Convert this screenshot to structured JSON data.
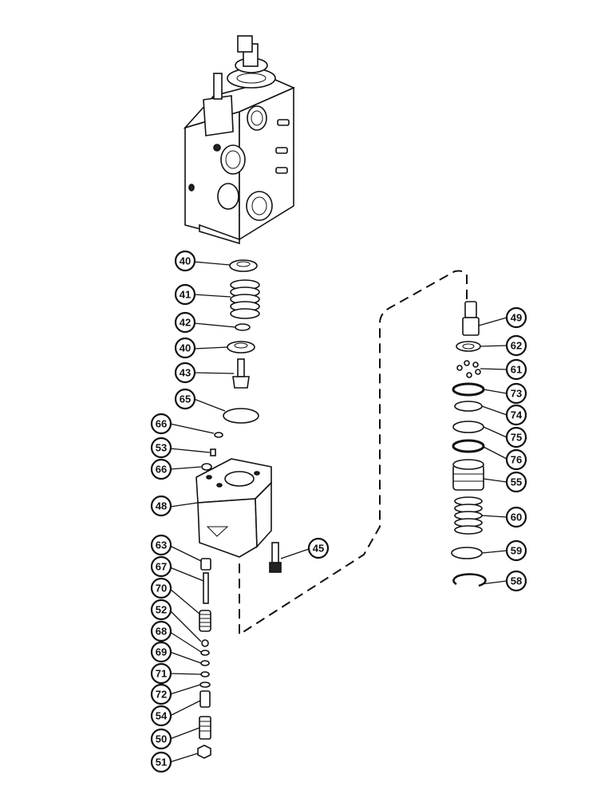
{
  "diagram": {
    "callouts": [
      {
        "id": "c40a",
        "label": "40"
      },
      {
        "id": "c41",
        "label": "41"
      },
      {
        "id": "c42",
        "label": "42"
      },
      {
        "id": "c40b",
        "label": "40"
      },
      {
        "id": "c43",
        "label": "43"
      },
      {
        "id": "c65",
        "label": "65"
      },
      {
        "id": "c66a",
        "label": "66"
      },
      {
        "id": "c53",
        "label": "53"
      },
      {
        "id": "c66b",
        "label": "66"
      },
      {
        "id": "c48",
        "label": "48"
      },
      {
        "id": "c63",
        "label": "63"
      },
      {
        "id": "c67",
        "label": "67"
      },
      {
        "id": "c70",
        "label": "70"
      },
      {
        "id": "c52",
        "label": "52"
      },
      {
        "id": "c68",
        "label": "68"
      },
      {
        "id": "c69",
        "label": "69"
      },
      {
        "id": "c71",
        "label": "71"
      },
      {
        "id": "c72",
        "label": "72"
      },
      {
        "id": "c54",
        "label": "54"
      },
      {
        "id": "c50",
        "label": "50"
      },
      {
        "id": "c51",
        "label": "51"
      },
      {
        "id": "c45",
        "label": "45"
      },
      {
        "id": "c49",
        "label": "49"
      },
      {
        "id": "c62",
        "label": "62"
      },
      {
        "id": "c61",
        "label": "61"
      },
      {
        "id": "c73",
        "label": "73"
      },
      {
        "id": "c74",
        "label": "74"
      },
      {
        "id": "c75",
        "label": "75"
      },
      {
        "id": "c76",
        "label": "76"
      },
      {
        "id": "c55",
        "label": "55"
      },
      {
        "id": "c60",
        "label": "60"
      },
      {
        "id": "c59",
        "label": "59"
      },
      {
        "id": "c58",
        "label": "58"
      }
    ]
  }
}
